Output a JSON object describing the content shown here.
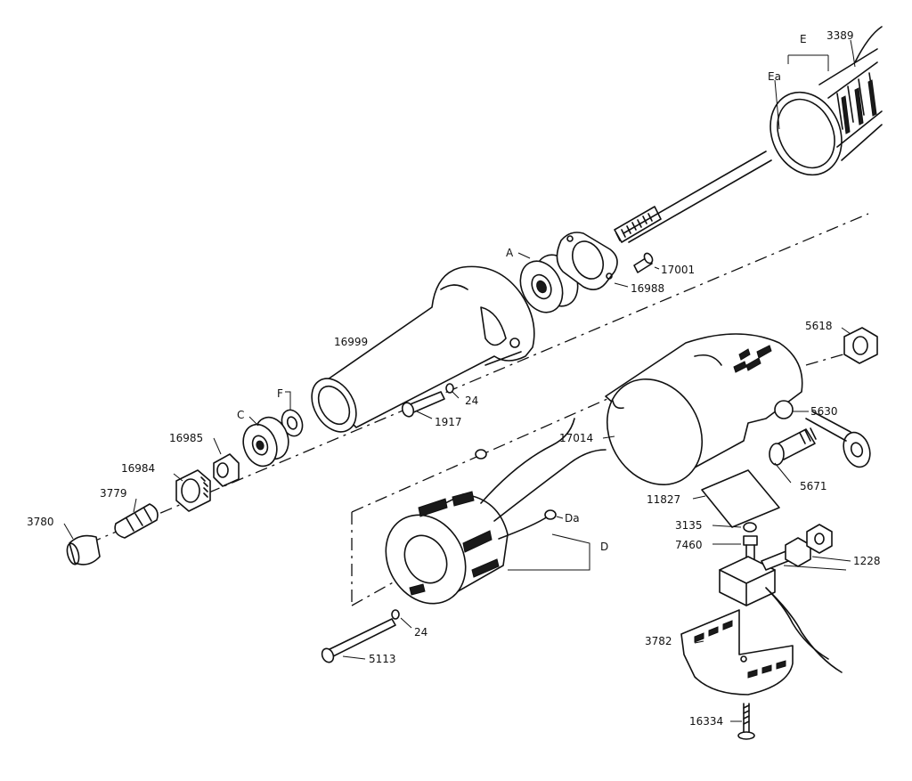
{
  "labels": {
    "p3389": "3389",
    "pE": "E",
    "pEa": "Ea",
    "pA": "A",
    "p17001": "17001",
    "p16988": "16988",
    "p16999": "16999",
    "p5618": "5618",
    "p24a": "24",
    "pF": "F",
    "pC": "C",
    "p1917": "1917",
    "p5630": "5630",
    "p16985": "16985",
    "p17014": "17014",
    "p16984": "16984",
    "p5671": "5671",
    "p3779": "3779",
    "p11827": "11827",
    "p3780": "3780",
    "pDa": "Da",
    "pD": "D",
    "p3135": "3135",
    "p7460": "7460",
    "p1228": "1228",
    "p24b": "24",
    "p5113": "5113",
    "p3782": "3782",
    "p16334": "16334"
  }
}
